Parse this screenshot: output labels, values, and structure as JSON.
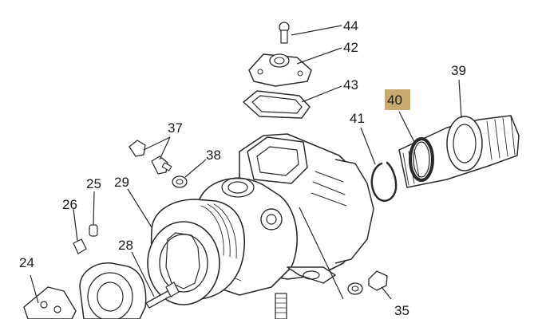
{
  "diagram": {
    "highlight_color": "#c8aa6e",
    "ink_color": "#2a2a2a",
    "labels": {
      "p44": "44",
      "p42": "42",
      "p43": "43",
      "p39": "39",
      "p40": "40",
      "p41": "41",
      "p37": "37",
      "p38": "38",
      "p25": "25",
      "p29": "29",
      "p26": "26",
      "p28": "28",
      "p24": "24",
      "p35": "35"
    }
  }
}
